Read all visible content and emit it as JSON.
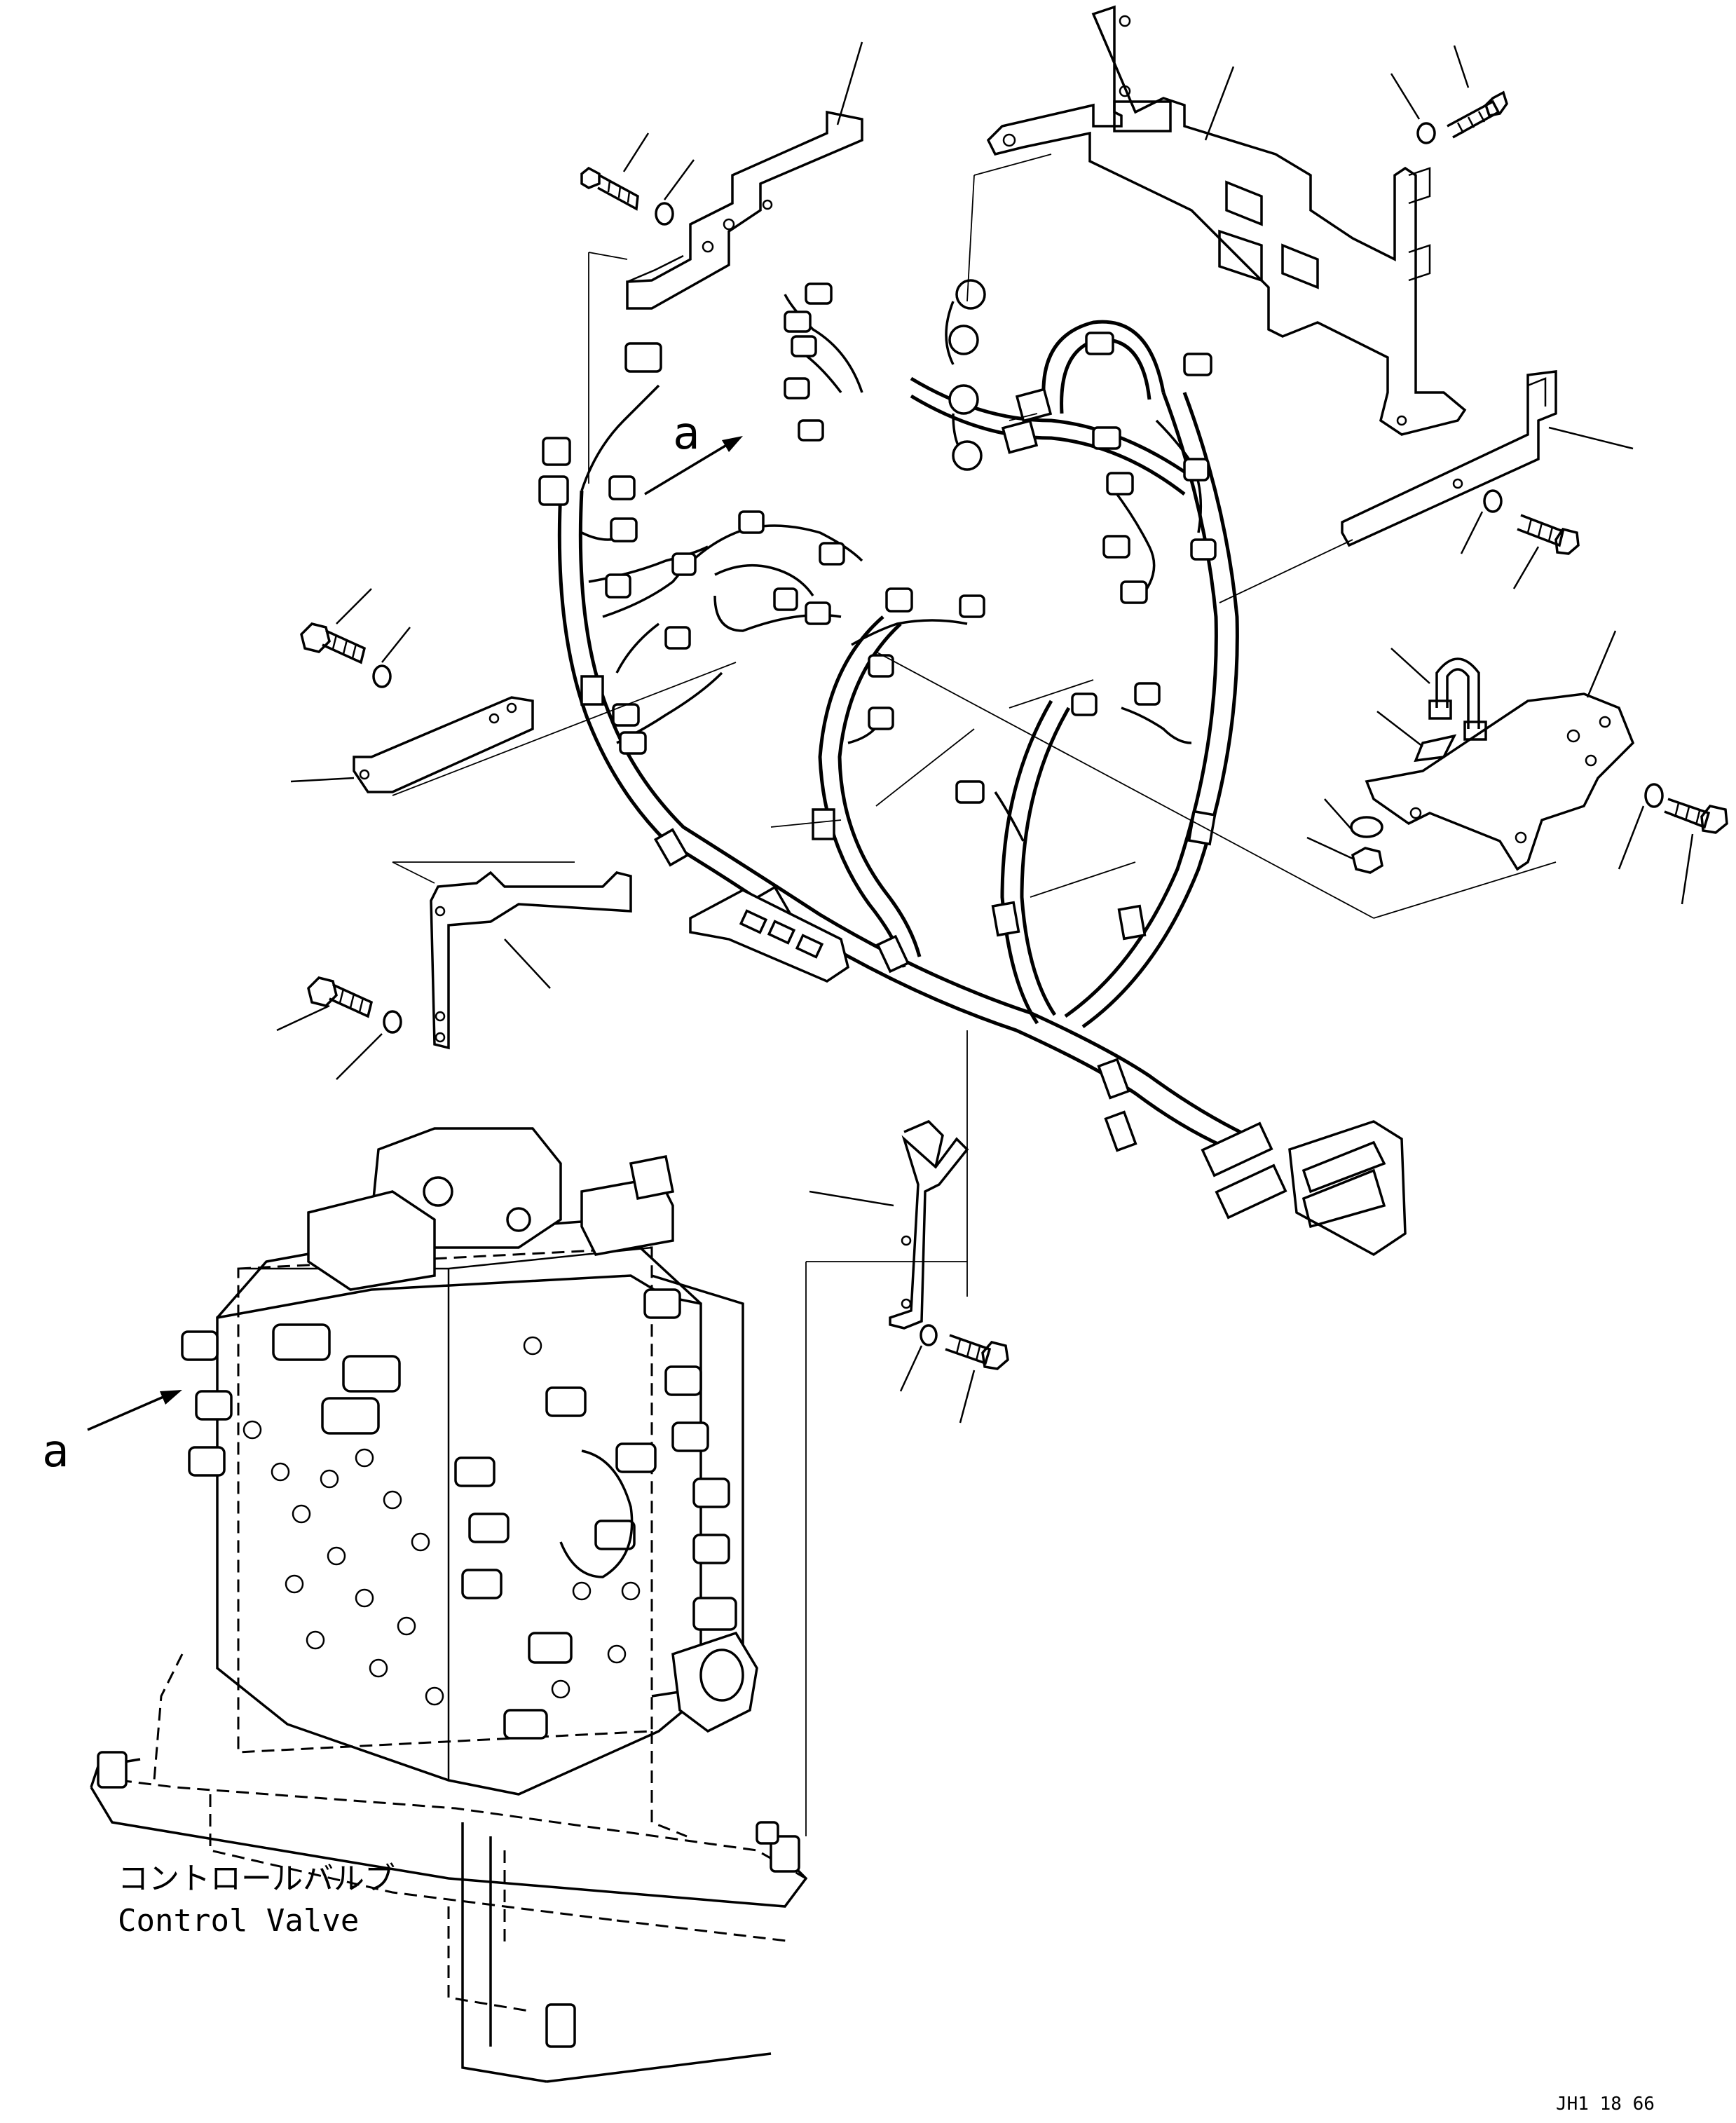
{
  "view_arrow_letter": "a",
  "component_label": {
    "japanese": "コントロールバルブ",
    "english": "Control Valve"
  },
  "drawing_number": "JH1 18 66"
}
